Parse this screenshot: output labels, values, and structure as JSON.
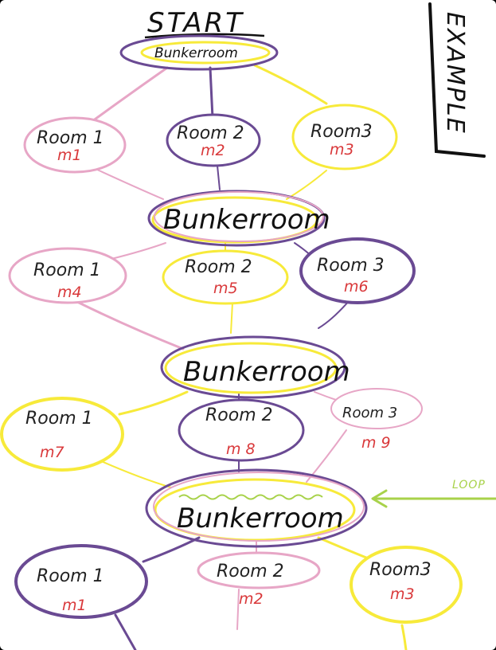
{
  "header": {
    "start": "START",
    "example": "EXAMPLE",
    "loop": "LOOP"
  },
  "colors": {
    "purple": "#6a4a93",
    "pink": "#e7a6c6",
    "yellow": "#f7ea3a",
    "red": "#d9383a",
    "green": "#a8d24a",
    "ink": "#111111"
  },
  "bunkers": [
    {
      "label": "Bunkerroom"
    },
    {
      "label": "Bunkerroom"
    },
    {
      "label": "Bunkerroom"
    },
    {
      "label": "Bunkerroom"
    }
  ],
  "rooms": [
    {
      "label": "Room 1",
      "mod": "m1"
    },
    {
      "label": "Room 2",
      "mod": "m2"
    },
    {
      "label": "Room3",
      "mod": "m3"
    },
    {
      "label": "Room 1",
      "mod": "m4"
    },
    {
      "label": "Room 2",
      "mod": "m5"
    },
    {
      "label": "Room 3",
      "mod": "m6"
    },
    {
      "label": "Room 1",
      "mod": "m7"
    },
    {
      "label": "Room 2",
      "mod": "m 8"
    },
    {
      "label": "Room 3",
      "mod": "m 9"
    },
    {
      "label": "Room 1",
      "mod": "m1"
    },
    {
      "label": "Room 2",
      "mod": "m2"
    },
    {
      "label": "Room3",
      "mod": "m3"
    }
  ]
}
